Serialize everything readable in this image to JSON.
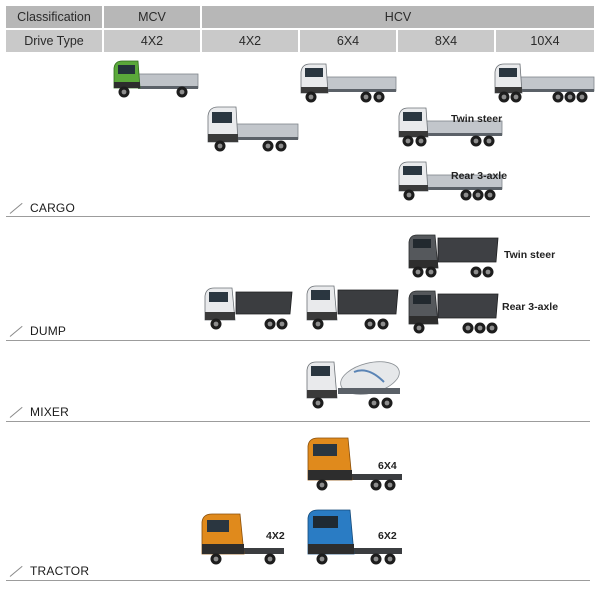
{
  "header": {
    "classification": "Classification",
    "mcv": "MCV",
    "hcv": "HCV",
    "drive_type": "Drive Type",
    "drives": [
      "4X2",
      "4X2",
      "6X4",
      "8X4",
      "10X4"
    ]
  },
  "sections": {
    "cargo": "CARGO",
    "dump": "DUMP",
    "mixer": "MIXER",
    "tractor": "TRACTOR"
  },
  "notes": {
    "cargo_twin": "Twin steer",
    "cargo_rear": "Rear 3-axle",
    "dump_twin": "Twin steer",
    "dump_rear": "Rear 3-axle",
    "tractor_6x4": "6X4",
    "tractor_4x2": "4X2",
    "tractor_6x2": "6X2"
  },
  "colors": {
    "header_bg": "#c9c9c9",
    "mcv_cab": "#5aa83a",
    "white_cab": "#e9eaec",
    "tractor_orange": "#e08a1c",
    "tractor_blue": "#2a7cc4"
  }
}
